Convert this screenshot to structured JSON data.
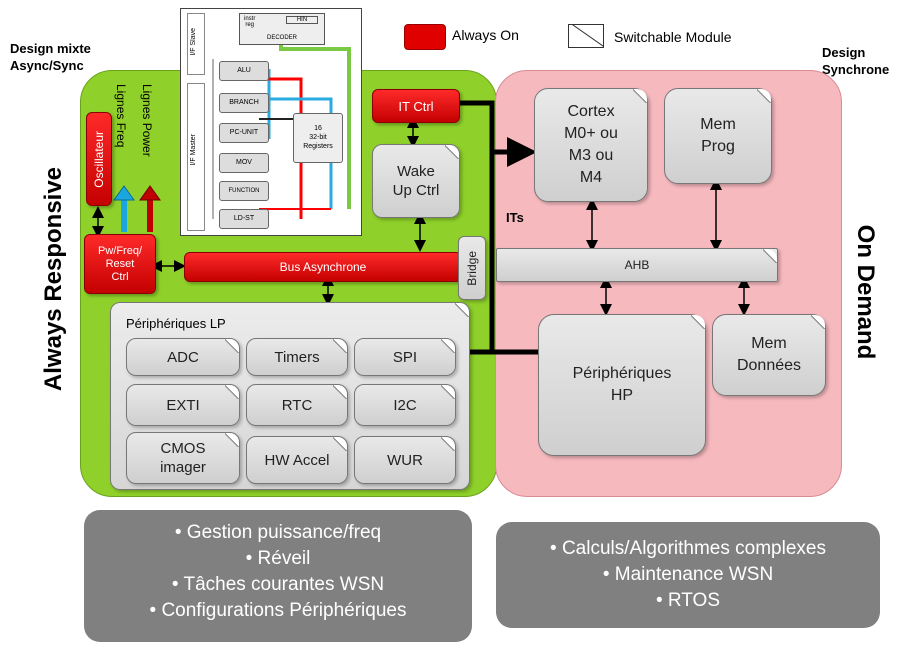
{
  "legend": {
    "always_on": "Always On",
    "switchable": "Switchable Module"
  },
  "labels": {
    "design_mixte": "Design mixte\nAsync/Sync",
    "design_synchrone": "Design\nSynchrone",
    "always_responsive": "Always Responsive",
    "on_demand": "On Demand",
    "its": "ITs"
  },
  "green": {
    "oscillateur": "Oscillateur",
    "lignes_freq": "Lignes Freq",
    "lignes_power": "Lignes Power",
    "pw_ctrl": "Pw/Freq/\nReset\nCtrl",
    "bus": "Bus Asynchrone",
    "it_ctrl": "IT Ctrl",
    "wake_up": "Wake\nUp Ctrl",
    "bridge": "Bridge",
    "periph_lp_title": "Périphériques LP",
    "periph_lp": [
      "ADC",
      "Timers",
      "SPI",
      "EXTI",
      "RTC",
      "I2C",
      "CMOS\nimager",
      "HW Accel",
      "WUR"
    ]
  },
  "pink": {
    "cortex": "Cortex\nM0+ ou\nM3 ou\nM4",
    "mem_prog": "Mem\nProg",
    "ahb": "AHB",
    "periph_hp": "Périphériques\nHP",
    "mem_donnees": "Mem\nDonnées"
  },
  "inset": {
    "if_slave": "I/F Slave",
    "if_master": "I/F Master",
    "decoder": "DECODER",
    "instr_reg": "instr\nreg",
    "hin": "HIN",
    "units": [
      "ALU",
      "BRANCH",
      "PC-UNIT",
      "MOV",
      "FUNCTION",
      "LD-ST"
    ],
    "registers": "16\n32-bit\nRegisters"
  },
  "bottom_left": [
    "• Gestion puissance/freq",
    "• Réveil",
    "• Tâches courantes WSN",
    "• Configurations Périphériques"
  ],
  "bottom_right": [
    "• Calculs/Algorithmes complexes",
    "• Maintenance WSN",
    "• RTOS"
  ]
}
